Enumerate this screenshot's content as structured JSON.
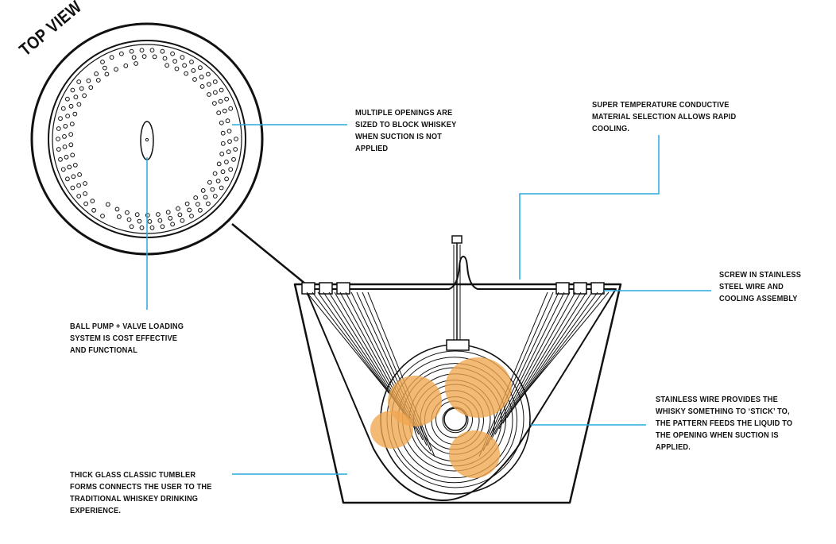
{
  "title": "TOP VIEW",
  "colors": {
    "ink": "#111111",
    "leader": "#29a8dd",
    "droplet": "#f0a64f"
  },
  "callouts": {
    "openings": [
      "MULTIPLE OPENINGS ARE",
      "SIZED TO BLOCK WHISKEY",
      "WHEN SUCTION IS NOT",
      "APPLIED"
    ],
    "material": [
      "SUPER TEMPERATURE CONDUCTIVE",
      "MATERIAL SELECTION ALLOWS RAPID",
      "COOLING."
    ],
    "screw": [
      "SCREW IN STAINLESS",
      "STEEL WIRE AND",
      "COOLING ASSEMBLY"
    ],
    "ball_pump": [
      "BALL PUMP + VALVE LOADING",
      "SYSTEM IS COST EFFECTIVE",
      "AND FUNCTIONAL"
    ],
    "wire": [
      "STAINLESS WIRE PROVIDES THE",
      "WHISKY SOMETHING TO ‘STICK’ TO,",
      "THE PATTERN FEEDS THE LIQUID TO",
      "THE OPENING WHEN SUCTION IS",
      "APPLIED."
    ],
    "glass": [
      "THICK GLASS CLASSIC TUMBLER",
      "FORMS CONNECTS THE USER TO THE",
      "TRADITIONAL WHISKEY DRINKING",
      "EXPERIENCE."
    ]
  }
}
